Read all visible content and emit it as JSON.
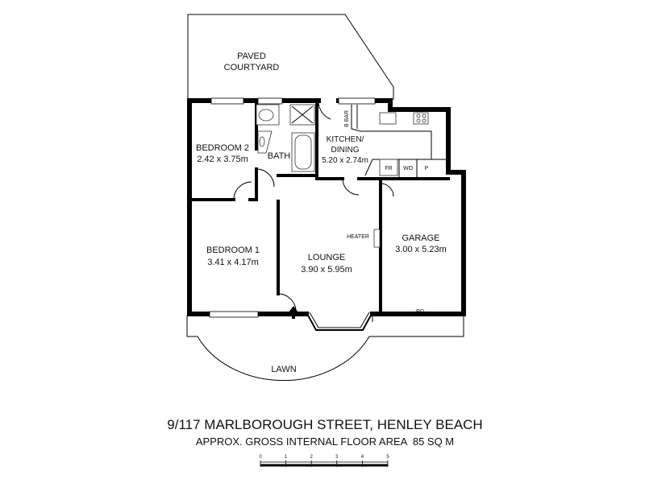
{
  "rooms": {
    "courtyard": {
      "line1": "PAVED",
      "line2": "COURTYARD"
    },
    "bedroom2": {
      "name": "BEDROOM 2",
      "size": "2.42 x 3.75m"
    },
    "bath": {
      "name": "BATH"
    },
    "kitchen": {
      "line1": "KITCHEN/",
      "line2": "DINING",
      "size": "5.20 x 2.74m"
    },
    "bbar": "B BAR",
    "fr": "FR",
    "wo": "WO",
    "p": "P",
    "bedroom1": {
      "name": "BEDROOM 1",
      "size": "3.41 x 4.17m"
    },
    "lounge": {
      "name": "LOUNGE",
      "size": "3.90 x 5.95m"
    },
    "heater": "HEATER",
    "garage": {
      "name": "GARAGE",
      "size": "3.00 x 5.23m"
    },
    "rd": "RD",
    "lawn": "LAWN"
  },
  "title": "9/117 MARLBOROUGH STREET, HENLEY BEACH",
  "subtitle": "APPROX. GROSS INTERNAL FLOOR AREA  85 SQ M",
  "scale_bar": {
    "ticks": [
      "0",
      "1",
      "2",
      "3",
      "4",
      "5"
    ]
  }
}
